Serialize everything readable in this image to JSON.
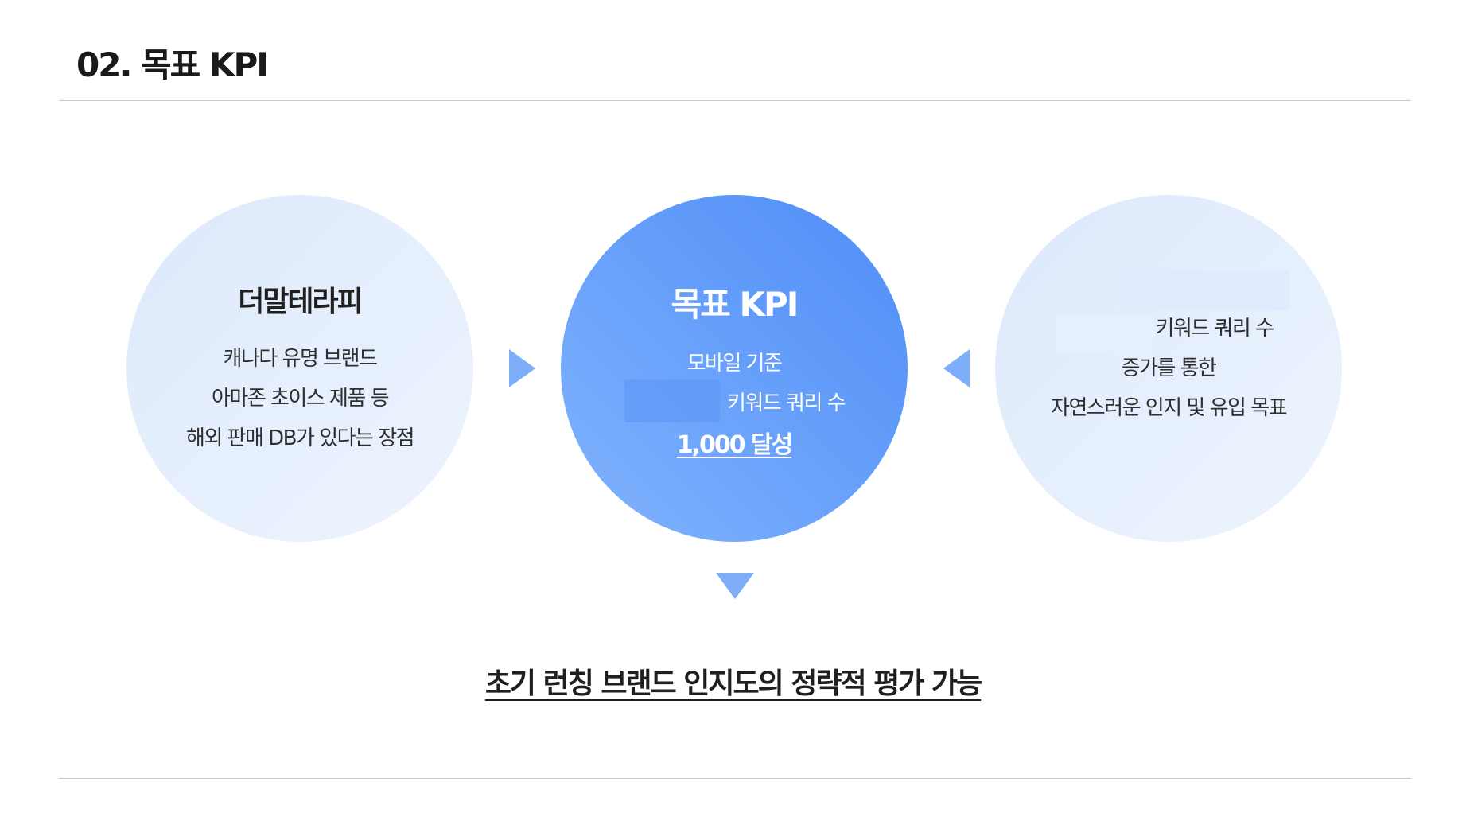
{
  "page": {
    "title": "02. 목표 KPI"
  },
  "circles": {
    "left": {
      "title": "더말테라피",
      "lines": [
        "캐나다 유명 브랜드",
        "아마존 초이스 제품 등",
        "해외 판매 DB가 있다는 장점"
      ]
    },
    "center": {
      "title": "목표 KPI",
      "lines": [
        "모바일 기준",
        "키워드 쿼리 수"
      ],
      "highlight": "1,000 달성"
    },
    "right": {
      "lines": [
        "키워드 쿼리 수",
        "증가를 통한",
        "자연스러운 인지 및 유입 목표"
      ]
    }
  },
  "conclusion": "초기 런칭 브랜드 인지도의 정략적 평가 가능",
  "colors": {
    "accent": "#5b93f7",
    "circle_light": "#e2edfd",
    "arrow": "#7eaef8"
  },
  "icons": {
    "right_arrow": "triangle-right-icon",
    "left_arrow": "triangle-left-icon",
    "down_arrow": "triangle-down-icon"
  }
}
